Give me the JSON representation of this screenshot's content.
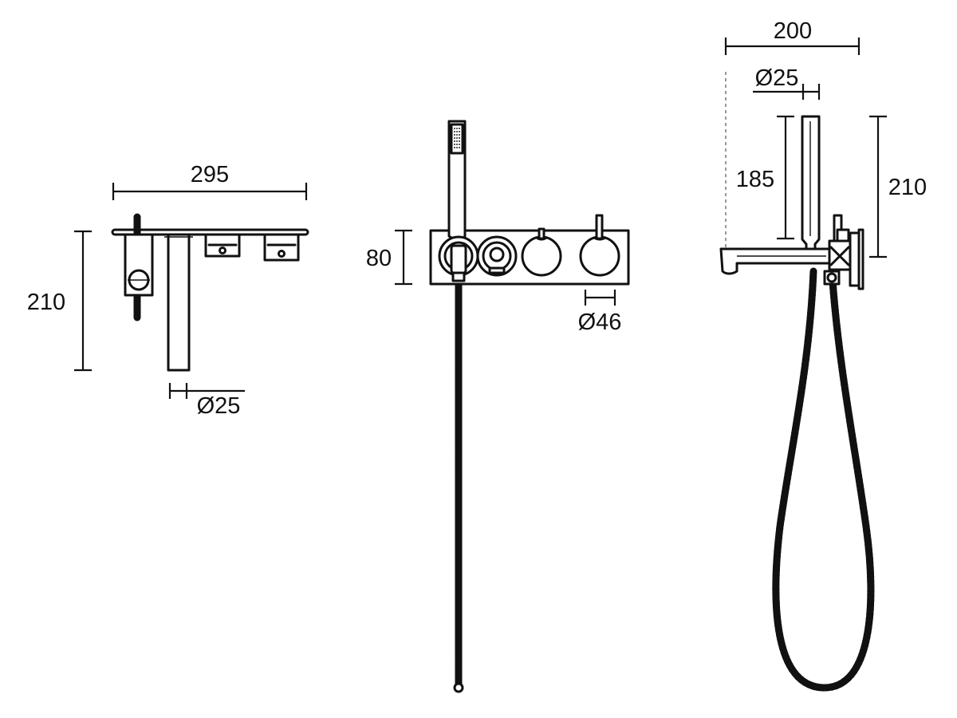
{
  "drawing": {
    "plan_view": {
      "width_label": "295",
      "height_label": "210",
      "diameter_label": "Ø25"
    },
    "front_view": {
      "plate_height_label": "80",
      "knob_diameter_label": "Ø46"
    },
    "side_view": {
      "projection_label": "200",
      "diameter_label": "Ø25",
      "handpiece_label": "185",
      "overall_height_label": "210"
    }
  }
}
